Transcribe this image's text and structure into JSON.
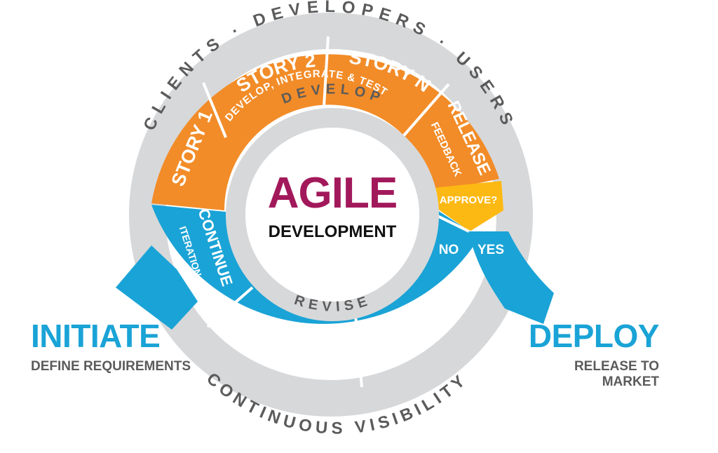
{
  "center": {
    "title": "AGILE",
    "subtitle": "DEVELOPMENT"
  },
  "outer_ring": {
    "top_text": "CLIENTS · DEVELOPERS · USERS",
    "bottom_text": "CONTINUOUS VISIBILITY"
  },
  "inner_ring": {
    "top_text": "DEVELOP",
    "bottom_text": "REVISE"
  },
  "develop_segments": [
    {
      "title": "STORY 1",
      "subtitle": ""
    },
    {
      "title": "STORY 2",
      "subtitle": "DEVELOP, INTEGRATE & TEST"
    },
    {
      "title": "STORY N",
      "subtitle": ""
    },
    {
      "title": "RELEASE",
      "subtitle": "FEEDBACK"
    }
  ],
  "revise_segments": [
    {
      "title": "CONTINUE",
      "subtitle": "ITERATION"
    },
    {
      "title": "ADJUST",
      "subtitle": "PRIORITIES"
    },
    {
      "title": "RECORD",
      "subtitle": "CHANGES"
    }
  ],
  "decision": {
    "label": "APPROVE?",
    "no": "NO",
    "yes": "YES"
  },
  "initiate": {
    "title": "INITIATE",
    "subtitle": "DEFINE REQUIREMENTS"
  },
  "deploy": {
    "title": "DEPLOY",
    "subtitle": "RELEASE TO MARKET"
  },
  "colors": {
    "orange": "#f28c28",
    "blue": "#1aa3d6",
    "yellow": "#fdb913",
    "gray_ring": "#d7d8da",
    "magenta": "#a2195b",
    "text_gray": "#5b5b5b"
  }
}
